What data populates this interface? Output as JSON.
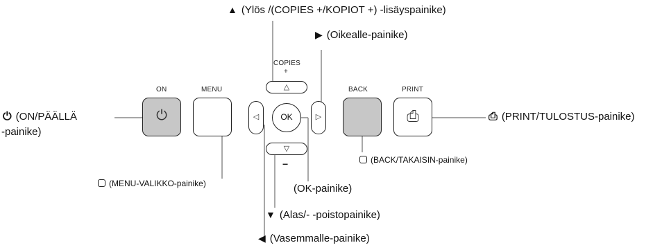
{
  "panel": {
    "on_label": "ON",
    "menu_label": "MENU",
    "copies_label": "COPIES",
    "copies_plus": "+",
    "minus": "−",
    "back_label": "BACK",
    "print_label": "PRINT",
    "ok_label": "OK",
    "up_glyph": "△",
    "down_glyph": "▽",
    "left_glyph": "◁",
    "right_glyph": "▷",
    "power_glyph": "⏻",
    "print_glyph": "⎙"
  },
  "callouts": {
    "up": {
      "symbol": "▲",
      "text": "(Ylös /(COPIES +/KOPIOT +) -lisäyspainike)"
    },
    "right": {
      "symbol": "▶",
      "text": "(Oikealle-painike)"
    },
    "on_line1": {
      "symbol": "⏻",
      "text": "(ON/PÄÄLLÄ"
    },
    "on_line2": "-painike)",
    "print": {
      "symbol": "⎙",
      "text": "(PRINT/TULOSTUS-painike)"
    },
    "back": "(BACK/TAKAISIN-painike)",
    "menu": "(MENU-VALIKKO-painike)",
    "ok": "(OK-painike)",
    "down": {
      "symbol": "▼",
      "text": "(Alas/- -poistopainike)"
    },
    "left": {
      "symbol": "◀",
      "text": "(Vasemmalle-painike)"
    }
  }
}
